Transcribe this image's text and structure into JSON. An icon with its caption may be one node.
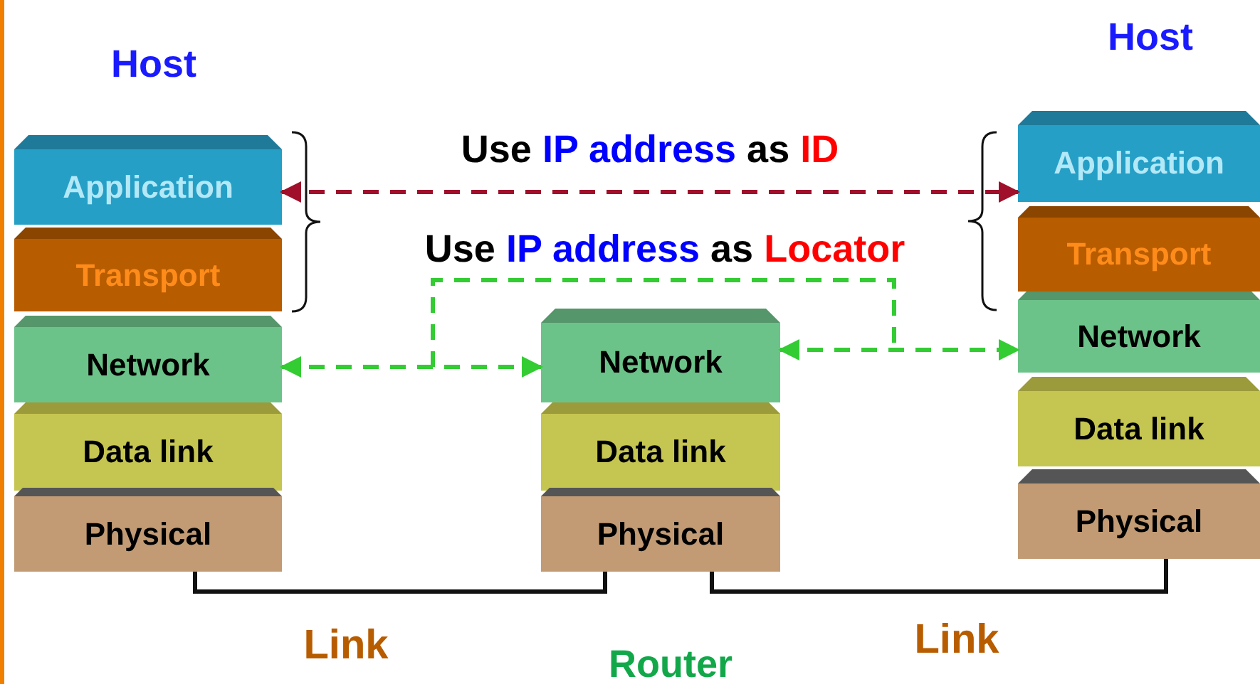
{
  "diagram": {
    "nodes": [
      {
        "text": [
          "Application"
        ]
      },
      {
        "text": [
          "Transport"
        ]
      },
      {
        "text": [
          "Network"
        ]
      },
      {
        "text": [
          "Data link"
        ]
      },
      {
        "text": [
          "Physical"
        ]
      },
      {
        "text": [
          "Network"
        ]
      },
      {
        "text": [
          "Data link"
        ]
      },
      {
        "text": [
          "Physical"
        ]
      },
      {
        "text": [
          "Application"
        ]
      },
      {
        "text": [
          "Transport"
        ]
      },
      {
        "text": [
          "Network"
        ]
      },
      {
        "text": [
          "Data link"
        ]
      },
      {
        "text": [
          "Physical"
        ]
      }
    ],
    "edges": [
      {
        "from": 0,
        "to": 8,
        "arrow": "both",
        "label": "Use IP address as ID",
        "style": "dashed",
        "color": "#a0102a"
      },
      {
        "from": 2,
        "to": 5,
        "arrow": "both",
        "style": "dashed",
        "color": "#33cc33"
      },
      {
        "from": 5,
        "to": 10,
        "arrow": "both",
        "style": "dashed",
        "color": "#33cc33"
      },
      {
        "from": 4,
        "to": 7,
        "arrow": "none",
        "color": "#111111"
      },
      {
        "from": 7,
        "to": 12,
        "arrow": "none",
        "color": "#111111"
      }
    ],
    "labels": [
      "Host",
      "Host",
      "Use IP address as Locator",
      "Link",
      "Router",
      "Link"
    ]
  }
}
